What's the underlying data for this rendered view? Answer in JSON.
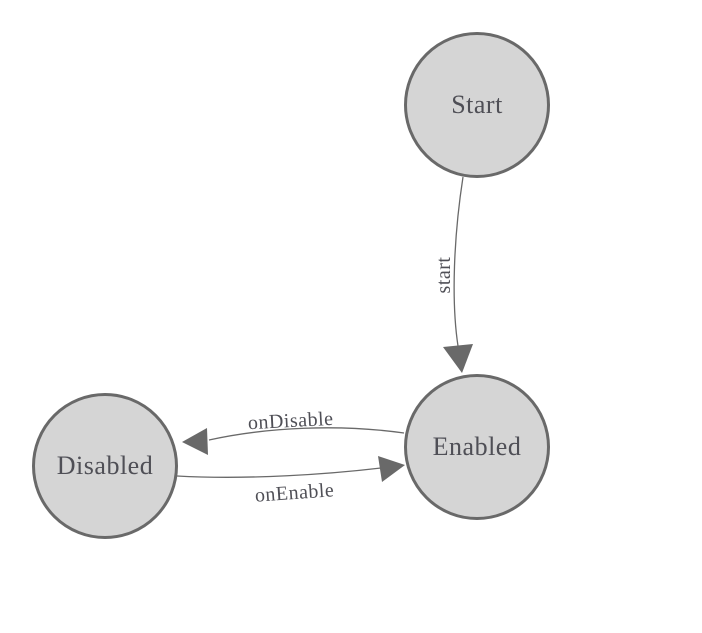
{
  "diagram": {
    "type": "state-machine",
    "colors": {
      "background": "#ffffff",
      "node_fill": "#d5d5d5",
      "node_stroke": "#696969",
      "edge_stroke": "#696969",
      "arrowhead_fill": "#696969",
      "label_color": "#4f4f56"
    },
    "nodes": [
      {
        "id": "start",
        "label": "Start"
      },
      {
        "id": "enabled",
        "label": "Enabled"
      },
      {
        "id": "disabled",
        "label": "Disabled"
      }
    ],
    "edges": [
      {
        "from": "Start",
        "to": "Enabled",
        "label": "start"
      },
      {
        "from": "Enabled",
        "to": "Disabled",
        "label": "onDisable"
      },
      {
        "from": "Disabled",
        "to": "Enabled",
        "label": "onEnable"
      }
    ]
  }
}
